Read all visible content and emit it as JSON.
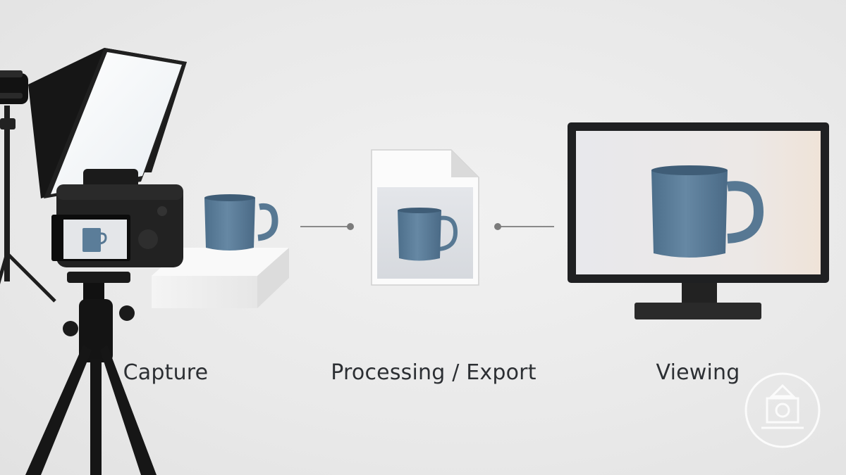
{
  "stages": [
    {
      "id": "capture",
      "label": "Capture"
    },
    {
      "id": "processing",
      "label": "Processing / Export"
    },
    {
      "id": "viewing",
      "label": "Viewing"
    }
  ],
  "icons": {
    "softbox": "softbox-light-icon",
    "camera": "dslr-camera-icon",
    "tripod": "tripod-icon",
    "subject": "blue-mug-icon",
    "file": "image-file-icon",
    "monitor": "monitor-icon",
    "watermark": "camera-emblem-icon"
  },
  "colors": {
    "background": "#ebebeb",
    "mug": "#5b7d99",
    "equipment": "#1c1c1e",
    "connector": "#8a8a8a",
    "label": "#2c2f33"
  }
}
